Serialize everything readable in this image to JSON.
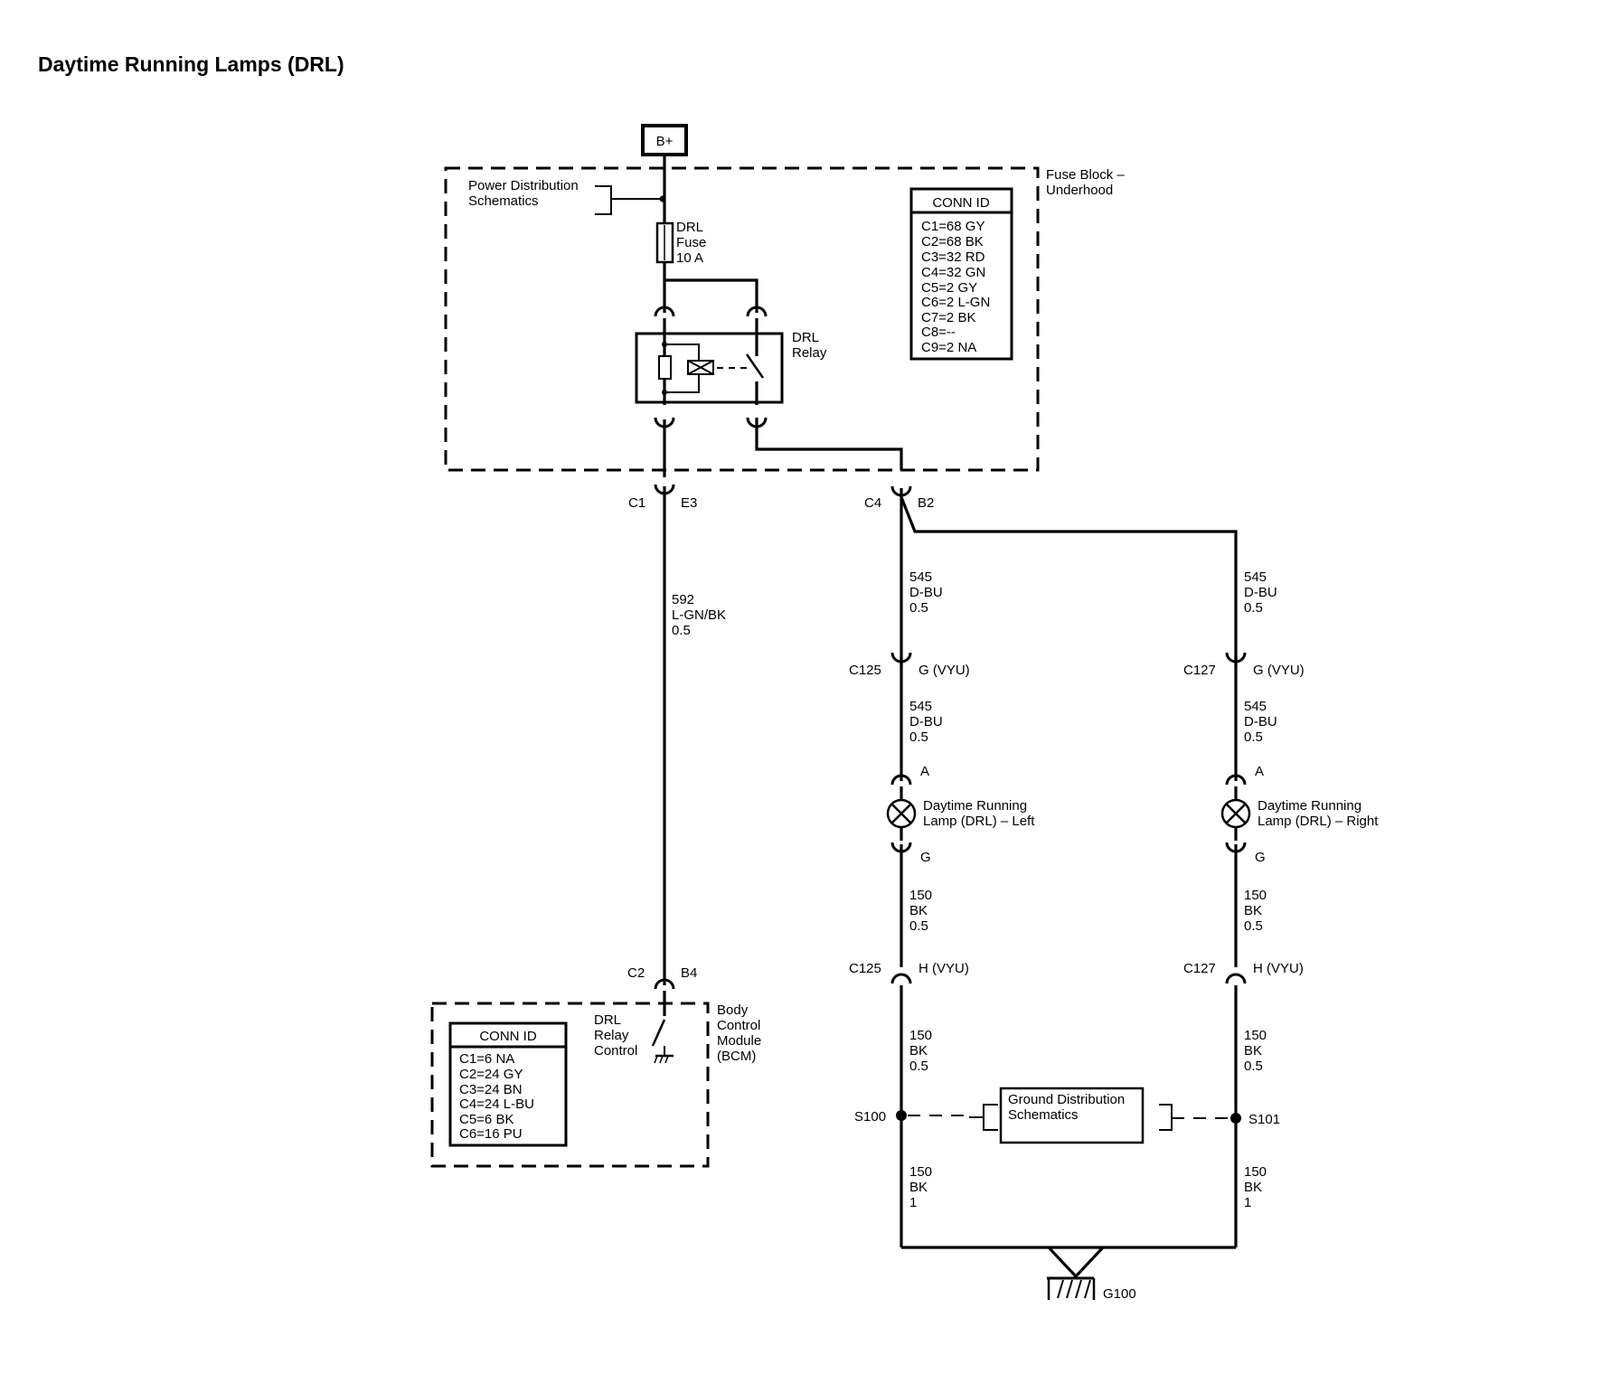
{
  "title": "Daytime Running Lamps (DRL)",
  "power_source": "B+",
  "fuse_block": {
    "label_line1": "Fuse Block –",
    "label_line2": "Underhood",
    "power_dist_line1": "Power Distribution",
    "power_dist_line2": "Schematics",
    "fuse_line1": "DRL",
    "fuse_line2": "Fuse",
    "fuse_line3": "10 A",
    "relay_line1": "DRL",
    "relay_line2": "Relay",
    "conn_title": "CONN ID",
    "conn_ids": [
      "C1=68 GY",
      "C2=68 BK",
      "C3=32 RD",
      "C4=32 GN",
      "C5=2 GY",
      "C6=2 L-GN",
      "C7=2 BK",
      "C8=--",
      "C9=2 NA"
    ]
  },
  "connectors": {
    "c1": "C1",
    "e3": "E3",
    "c4": "C4",
    "b2": "B2",
    "c2": "C2",
    "b4": "B4",
    "c125_g": "C125",
    "g_vyu_left": "G (VYU)",
    "c127_g": "C127",
    "g_vyu_right": "G (VYU)",
    "c125_h": "C125",
    "h_vyu_left": "H (VYU)",
    "c127_h": "C127",
    "h_vyu_right": "H (VYU)",
    "lamp_left_a": "A",
    "lamp_left_g": "G",
    "lamp_right_a": "A",
    "lamp_right_g": "G"
  },
  "wires": {
    "w592": [
      "592",
      "L-GN/BK",
      "0.5"
    ],
    "w545_left_top": [
      "545",
      "D-BU",
      "0.5"
    ],
    "w545_right_top": [
      "545",
      "D-BU",
      "0.5"
    ],
    "w545_left_mid": [
      "545",
      "D-BU",
      "0.5"
    ],
    "w545_right_mid": [
      "545",
      "D-BU",
      "0.5"
    ],
    "w150_left_1": [
      "150",
      "BK",
      "0.5"
    ],
    "w150_right_1": [
      "150",
      "BK",
      "0.5"
    ],
    "w150_left_2": [
      "150",
      "BK",
      "0.5"
    ],
    "w150_right_2": [
      "150",
      "BK",
      "0.5"
    ],
    "w150_left_3": [
      "150",
      "BK",
      "1"
    ],
    "w150_right_3": [
      "150",
      "BK",
      "1"
    ]
  },
  "lamps": {
    "left_line1": "Daytime Running",
    "left_line2": "Lamp (DRL) – Left",
    "right_line1": "Daytime Running",
    "right_line2": "Lamp (DRL) – Right"
  },
  "bcm": {
    "label_line1": "Body",
    "label_line2": "Control",
    "label_line3": "Module",
    "label_line4": "(BCM)",
    "drl_line1": "DRL",
    "drl_line2": "Relay",
    "drl_line3": "Control",
    "conn_title": "CONN ID",
    "conn_ids": [
      "C1=6 NA",
      "C2=24 GY",
      "C3=24 BN",
      "C4=24 L-BU",
      "C5=6 BK",
      "C6=16 PU"
    ]
  },
  "ground": {
    "splice_left": "S100",
    "splice_right": "S101",
    "dist_line1": "Ground Distribution",
    "dist_line2": "Schematics",
    "ground_point": "G100"
  }
}
